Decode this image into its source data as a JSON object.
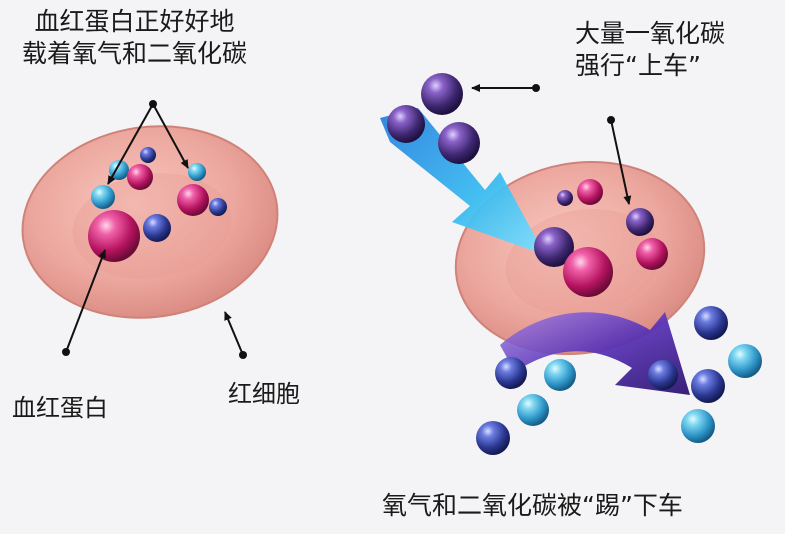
{
  "labels": {
    "top_left_line1": "血红蛋白正好好地",
    "top_left_line2": "载着氧气和二氧化碳",
    "top_right_line1": "大量一氧化碳",
    "top_right_line2": "强行“上车”",
    "hemoglobin": "血红蛋白",
    "red_blood_cell": "红细胞",
    "bottom": "氧气和二氧化碳被“踢”下车"
  },
  "colors": {
    "background": "#f4f4f6",
    "cell": "#e9a29a",
    "magenta_ball": "#c21a6f",
    "blue_ball": "#2b3a8c",
    "cyan_ball": "#33a8d6",
    "purple_ball": "#3d2a6f",
    "arrow_blue": "#2aa9e8",
    "arrow_purple": "#4b2aa0"
  }
}
